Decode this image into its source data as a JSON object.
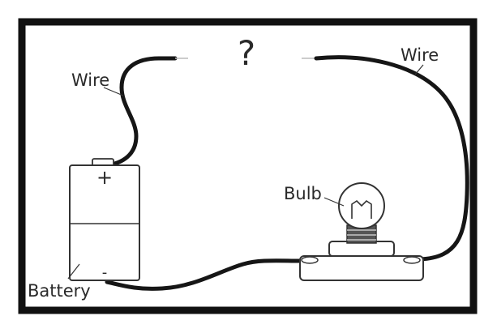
{
  "diagram": {
    "unknown_mark": "?",
    "labels": {
      "wire_left": "Wire",
      "wire_right": "Wire",
      "bulb": "Bulb",
      "battery": "Battery"
    },
    "battery": {
      "positive_mark": "+",
      "negative_mark": "-"
    },
    "colors": {
      "frame": "#111111",
      "wire": "#161616",
      "outline": "#333333",
      "background": "#ffffff"
    }
  }
}
